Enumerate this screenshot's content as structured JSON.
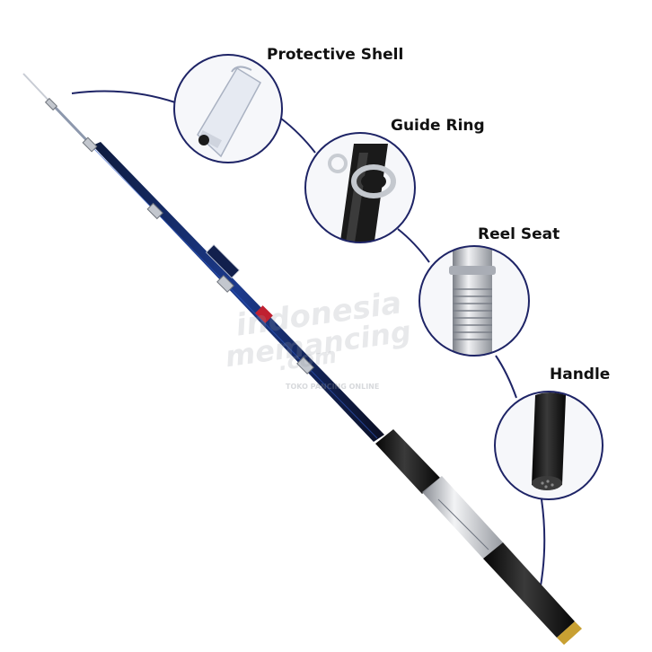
{
  "callouts": {
    "protective_shell": "Protective Shell",
    "guide_ring": "Guide Ring",
    "reel_seat": "Reel Seat",
    "handle": "Handle"
  },
  "watermark": {
    "line1": "indonesia",
    "line2": "memancing",
    "line3": ".com",
    "tagline": "TOKO PANCING ONLINE"
  },
  "colors": {
    "callout_ring": "#1e2466",
    "blank_blue": "#1c3a8c",
    "grip_foam": "#111111",
    "reel_seat_metal": "#b9bcc2"
  }
}
